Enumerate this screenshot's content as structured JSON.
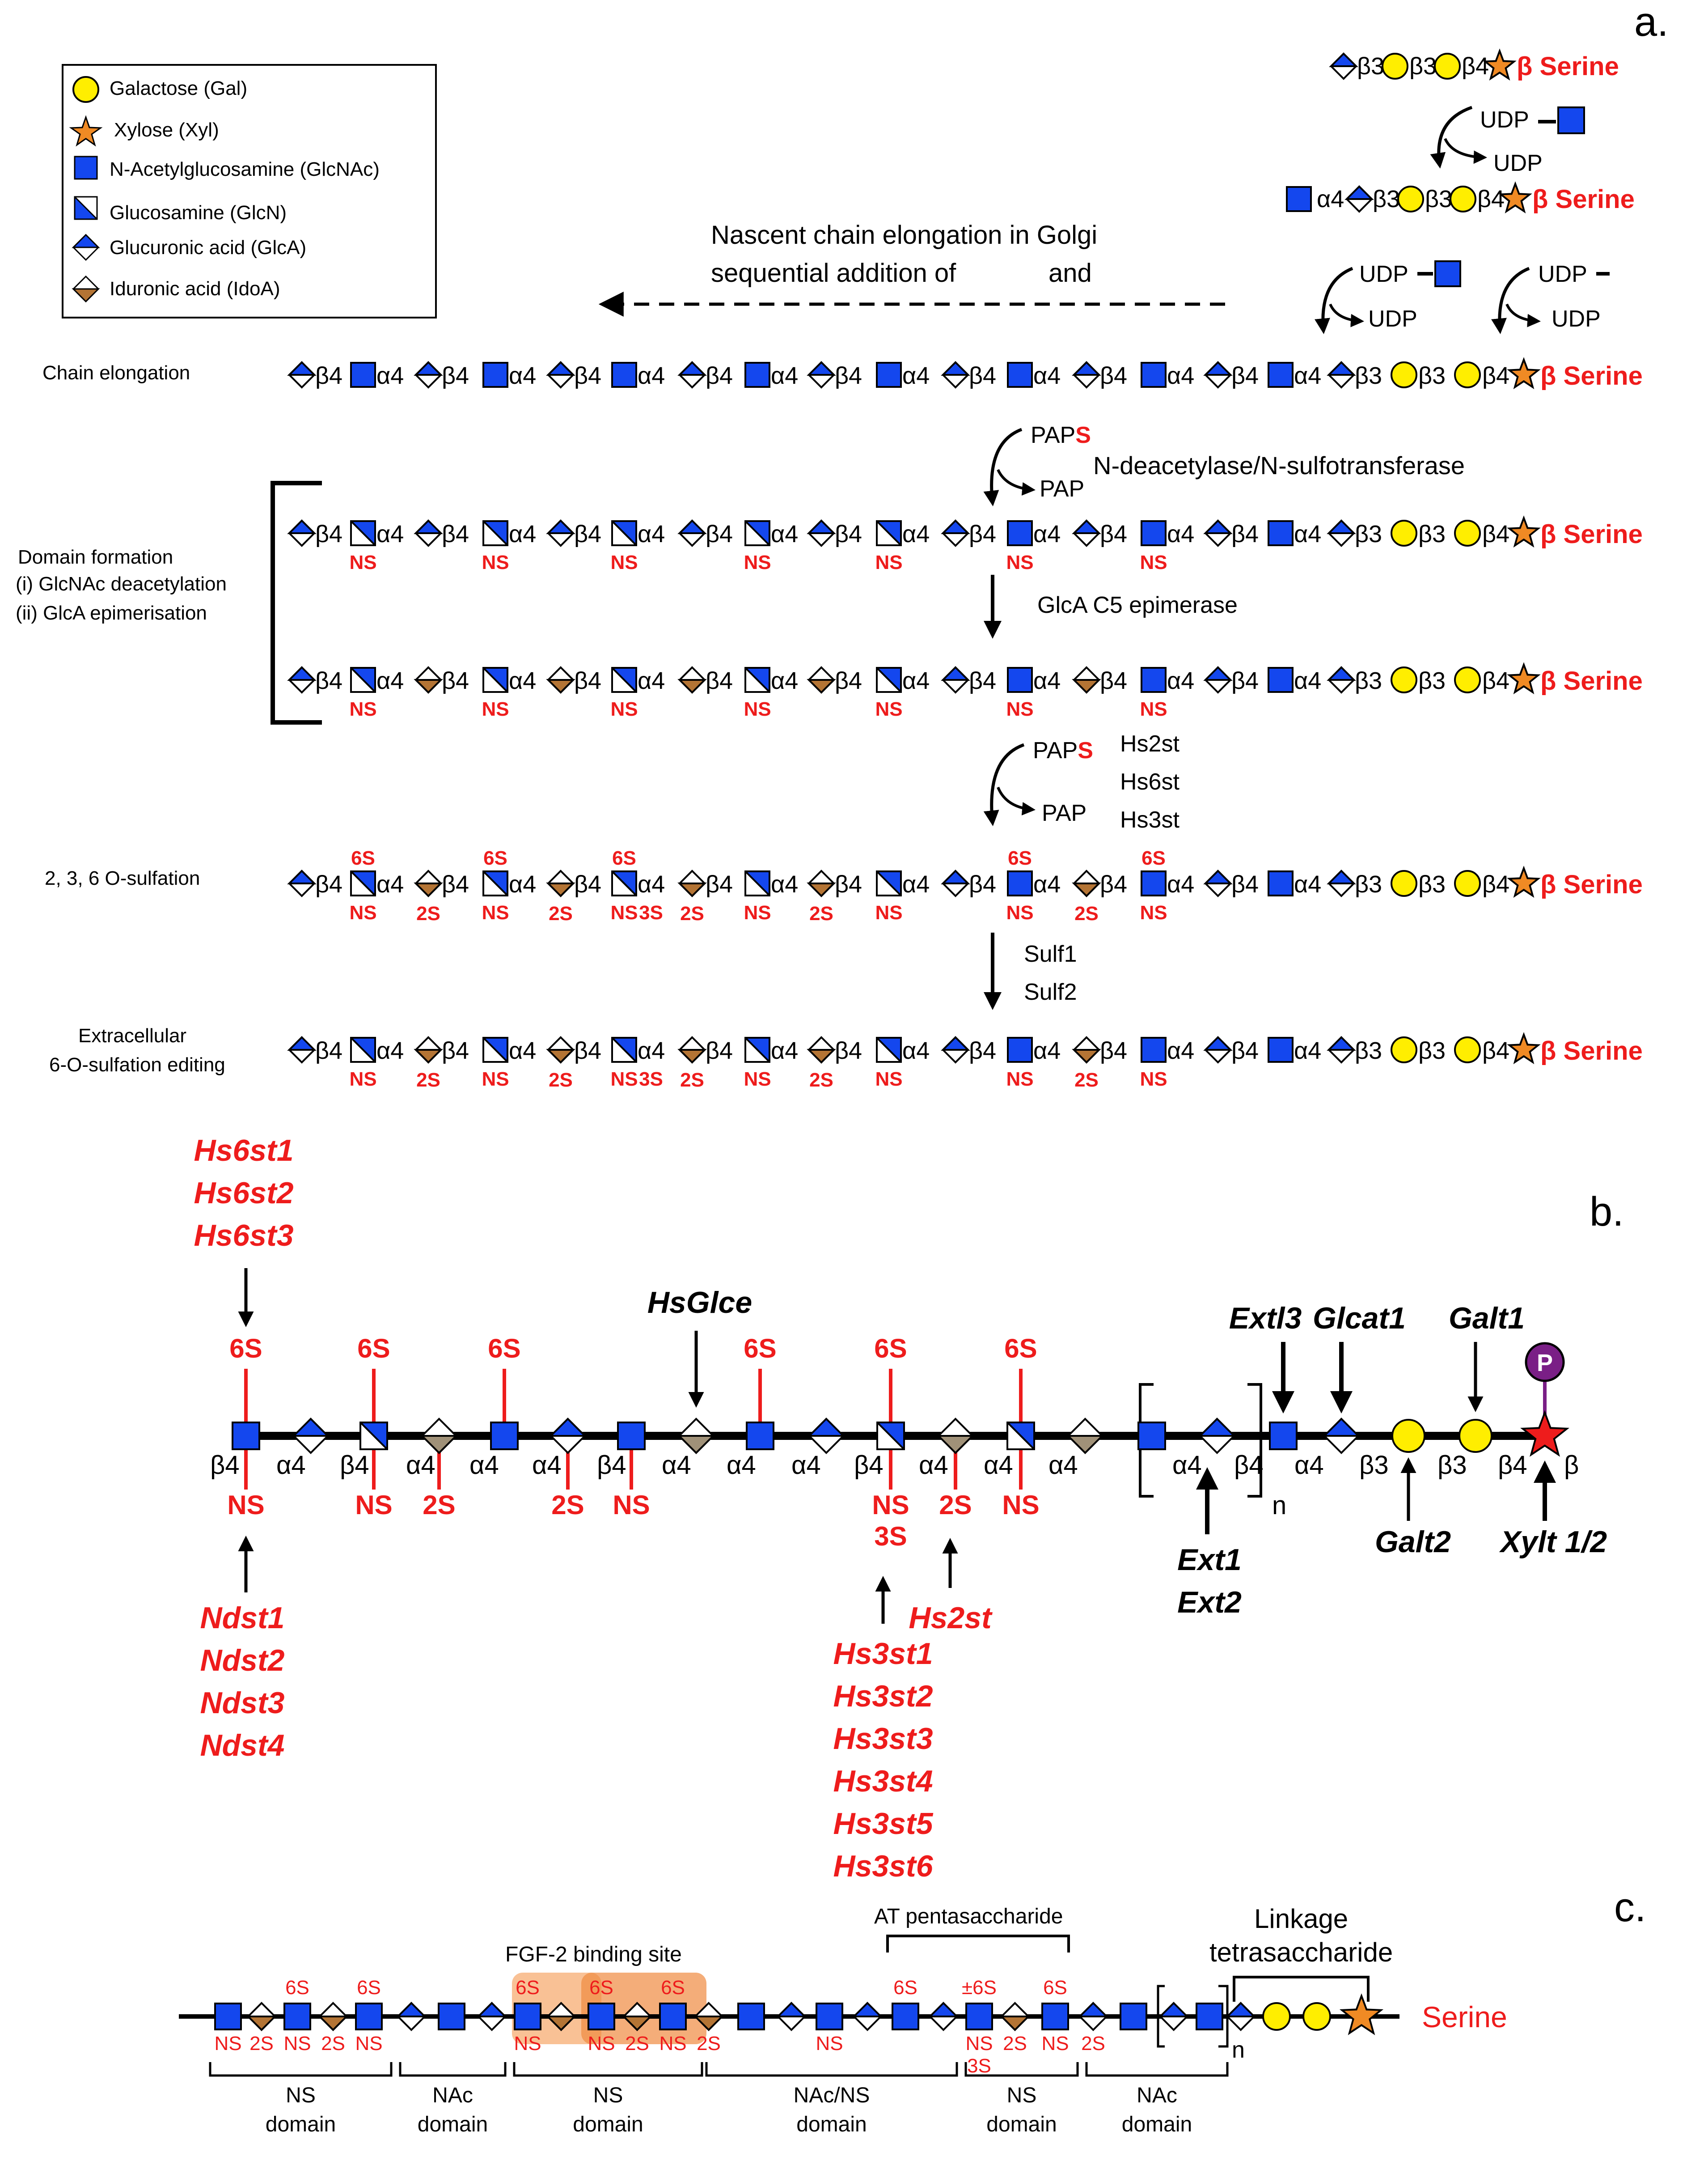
{
  "colors": {
    "glcnac": "#1447ee",
    "gal": "#ffee00",
    "xyl": "#f08a24",
    "ido": "#b47434",
    "ido_b": "#a09178",
    "red": "#ee1c1c",
    "purple": "#7a1f86",
    "black": "#000000"
  },
  "panel_labels": {
    "a": "a.",
    "b": "b.",
    "c": "c."
  },
  "legend": {
    "items": [
      {
        "icon": "galactose-icon",
        "label": "Galactose (Gal)"
      },
      {
        "icon": "xylose-icon",
        "label": "Xylose (Xyl)"
      },
      {
        "icon": "glcnac-icon",
        "label": "N-Acetylglucosamine (GlcNAc)"
      },
      {
        "icon": "glcn-icon",
        "label": "Glucosamine (GlcN)"
      },
      {
        "icon": "glca-icon",
        "label": "Glucuronic acid (GlcA)"
      },
      {
        "icon": "idoa-icon",
        "label": "Iduronic acid (IdoA)"
      }
    ]
  },
  "a": {
    "serine": "β Serine",
    "udp": "UDP",
    "paps_prefix": "PAP",
    "paps_s": "S",
    "pap": "PAP",
    "nascent_line1": "Nascent chain elongation in Golgi",
    "nascent_line2a": "sequential addition of",
    "nascent_line2b": "and",
    "ndst_label": "N-deacetylase/N-sulfotransferase",
    "epimerase_label": "GlcA C5 epimerase",
    "osulf_enz": [
      "Hs2st",
      "Hs6st",
      "Hs3st"
    ],
    "sulf_enz": [
      "Sulf1",
      "Sulf2"
    ],
    "row_labels": {
      "elong": "Chain elongation",
      "domain1": "Domain formation",
      "domain2": "(i) GlcNAc deacetylation",
      "domain3": "(ii) GlcA epimerisation",
      "osulf": "2, 3, 6 O-sulfation",
      "edit1": "Extracellular",
      "edit2": "6-O-sulfation editing"
    },
    "links": {
      "b4": "β4",
      "b3": "β3",
      "a4": "α4"
    },
    "mods": {
      "ns": "NS",
      "s6": "6S",
      "s2": "2S",
      "s3": "3S"
    }
  },
  "b": {
    "links": {
      "b4": "β4",
      "a4": "α4",
      "b3": "β3",
      "b": "β"
    },
    "mods": {
      "s6": "6S",
      "ns": "NS",
      "s2": "2S",
      "s3": "3S"
    },
    "repeat_n": "n",
    "phospho": "P",
    "enzymes": {
      "hs6st": [
        "Hs6st1",
        "Hs6st2",
        "Hs6st3"
      ],
      "ndst": [
        "Ndst1",
        "Ndst2",
        "Ndst3",
        "Ndst4"
      ],
      "hsglce": "HsGlce",
      "hs3st": [
        "Hs3st1",
        "Hs3st2",
        "Hs3st3",
        "Hs3st4",
        "Hs3st5",
        "Hs3st6"
      ],
      "hs2st": "Hs2st",
      "extl3": "Extl3",
      "glcat1": "Glcat1",
      "galt1": "Galt1",
      "galt2": "Galt2",
      "xylt": "Xylt 1/2",
      "ext": [
        "Ext1",
        "Ext2"
      ]
    }
  },
  "c": {
    "fgf2": "FGF-2 binding site",
    "at": "AT pentasaccharide",
    "linkage1": "Linkage",
    "linkage2": "tetrasaccharide",
    "serine": "Serine",
    "repeat_n": "n",
    "mods": {
      "ns": "NS",
      "s6": "6S",
      "s2": "2S",
      "pm6s": "±6S",
      "s3": "3S"
    },
    "domains": [
      {
        "l1": "NS",
        "l2": "domain"
      },
      {
        "l1": "NAc",
        "l2": "domain"
      },
      {
        "l1": "NS",
        "l2": "domain"
      },
      {
        "l1": "NAc/NS",
        "l2": "domain"
      },
      {
        "l1": "NS",
        "l2": "domain"
      },
      {
        "l1": "NAc",
        "l2": "domain"
      }
    ]
  }
}
